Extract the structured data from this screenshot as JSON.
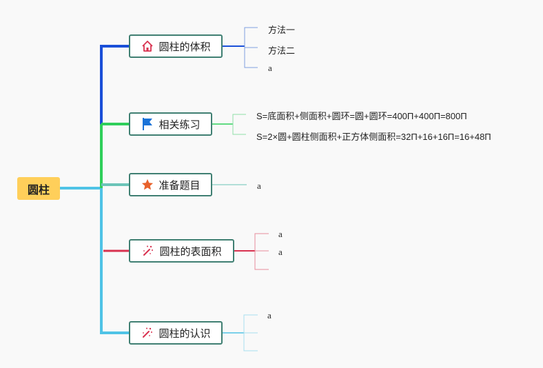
{
  "root": {
    "label": "圆柱"
  },
  "branches": [
    {
      "label": "圆柱的体积",
      "icon": "home-icon",
      "color": "#1a4fd8",
      "children": [
        "方法一",
        "方法二",
        "a"
      ]
    },
    {
      "label": "相关练习",
      "icon": "flag-icon",
      "color": "#2fcf5a",
      "children": [
        "S=底面积+侧面积+圆环=圆+圆环=400Π+400Π=800Π",
        "S=2×圆+圆柱侧面积+正方体侧面积=32Π+16+16Π=16+48Π"
      ]
    },
    {
      "label": "准备题目",
      "icon": "star-icon",
      "color": "#6bc4b8",
      "children": [
        "a"
      ]
    },
    {
      "label": "圆柱的表面积",
      "icon": "magic-wand-icon",
      "color": "#d8314f",
      "children": [
        "a",
        "a",
        ""
      ]
    },
    {
      "label": "圆柱的认识",
      "icon": "magic-wand-icon",
      "color": "#4fc3e6",
      "children": [
        "a",
        "",
        ""
      ]
    }
  ],
  "colors": {
    "root_fill": "#ffcf5a",
    "node_border": "#3f7f72",
    "background": "#f9f9f9"
  }
}
